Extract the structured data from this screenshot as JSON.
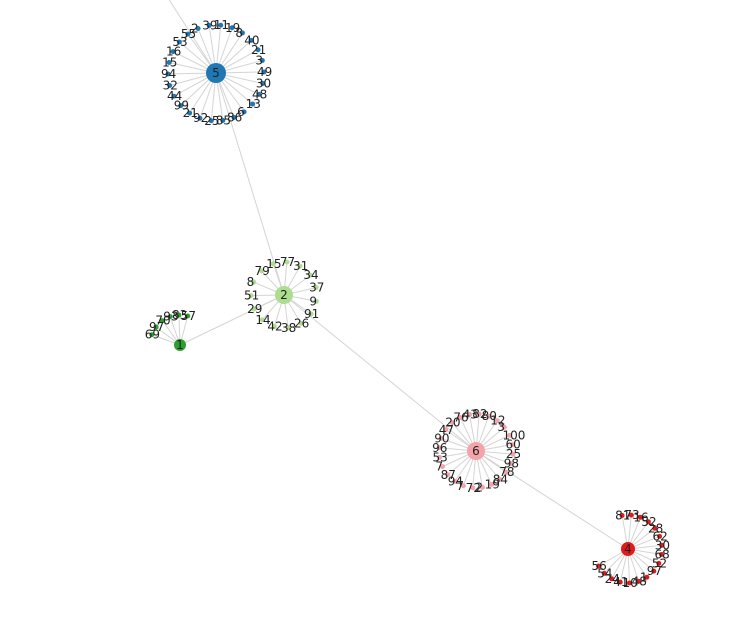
{
  "graph": {
    "clusters": [
      {
        "hub": "5",
        "color": "#1f77b4",
        "leaves": [
          "2",
          "39",
          "11",
          "19",
          "8",
          "40",
          "21",
          "3",
          "49",
          "30",
          "48",
          "13",
          "6",
          "86",
          "85",
          "25",
          "92",
          "21",
          "99",
          "44",
          "32",
          "94",
          "15",
          "16",
          "53",
          "55"
        ]
      },
      {
        "hub": "2",
        "color": "#addd8e",
        "leaves": [
          "77",
          "31",
          "34",
          "37",
          "9",
          "91",
          "26",
          "38",
          "42",
          "14",
          "29",
          "51",
          "8",
          "79",
          "15"
        ]
      },
      {
        "hub": "1",
        "color": "#2ca02c",
        "leaves": [
          "69",
          "97",
          "70",
          "93",
          "83",
          "57"
        ]
      },
      {
        "hub": "6",
        "color": "#f4a3a8",
        "leaves": [
          "82",
          "80",
          "12",
          "3",
          "100",
          "60",
          "25",
          "98",
          "78",
          "84",
          "19",
          "2",
          "72",
          "7",
          "94",
          "87",
          "7",
          "53",
          "96",
          "90",
          "47",
          "20",
          "76",
          "43"
        ]
      },
      {
        "hub": "4",
        "color": "#e31a1c",
        "leaves": [
          "81",
          "73",
          "16",
          "52",
          "28",
          "62",
          "30",
          "68",
          "52",
          "97",
          "1",
          "48",
          "10",
          "41",
          "24",
          "54",
          "56"
        ]
      }
    ],
    "hub_links": [
      [
        "5",
        "2"
      ],
      [
        "2",
        "1"
      ],
      [
        "2",
        "6"
      ],
      [
        "6",
        "4"
      ]
    ]
  }
}
